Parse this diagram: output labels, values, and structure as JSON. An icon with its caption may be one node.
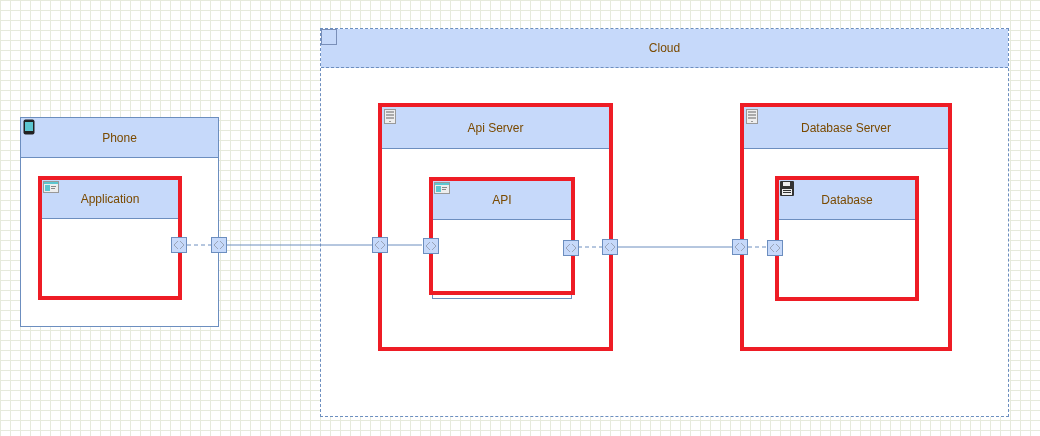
{
  "diagram": {
    "nodes": [
      {
        "text": [
          "Cloud"
        ]
      },
      {
        "text": [
          "Phone"
        ]
      },
      {
        "text": [
          "Application"
        ],
        "in": 1
      },
      {
        "text": [
          "Api Server"
        ],
        "in": 0
      },
      {
        "text": [
          "API"
        ],
        "in": 3
      },
      {
        "text": [
          "Database Server"
        ],
        "in": 0
      },
      {
        "text": [
          "Database"
        ],
        "in": 5
      },
      {
        "text": [],
        "shape": "box",
        "in": 1
      },
      {
        "text": [],
        "shape": "box"
      },
      {
        "text": [],
        "shape": "box",
        "in": 0
      },
      {
        "text": [],
        "shape": "box",
        "in": 3
      },
      {
        "text": [],
        "shape": "box",
        "in": 3
      },
      {
        "text": [],
        "shape": "box",
        "in": 0
      },
      {
        "text": [],
        "shape": "box",
        "in": 0
      },
      {
        "text": [],
        "shape": "box",
        "in": 5
      }
    ],
    "edges": [
      {
        "from": 7,
        "to": 8,
        "arrow": "none",
        "style": "dashed"
      },
      {
        "from": 8,
        "to": 9,
        "arrow": "none"
      },
      {
        "from": 9,
        "to": 10,
        "arrow": "none"
      },
      {
        "from": 11,
        "to": 12,
        "arrow": "none",
        "style": "dashed"
      },
      {
        "from": 12,
        "to": 13,
        "arrow": "none"
      },
      {
        "from": 13,
        "to": 14,
        "arrow": "none",
        "style": "dashed"
      }
    ]
  }
}
